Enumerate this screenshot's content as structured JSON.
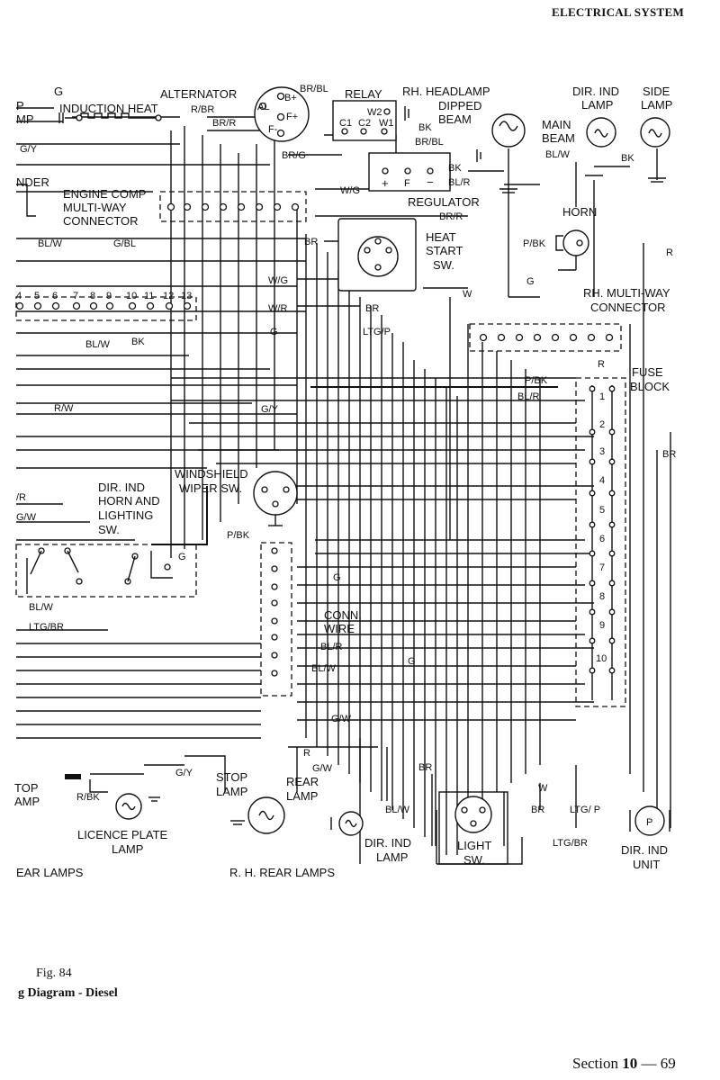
{
  "page": {
    "header": "ELECTRICAL SYSTEM",
    "figure_number": "Fig. 84",
    "caption": "g Diagram - Diesel",
    "footer_prefix": "Section",
    "section_number": "10",
    "footer_sep": "—",
    "page_number": "69"
  },
  "components": {
    "alternator": "ALTERNATOR",
    "induction_heat": "INDUCTION HEAT",
    "relay": "RELAY",
    "rh_headlamp": "RH. HEADLAMP",
    "dipped": "DIPPED",
    "beam": "BEAM",
    "main": "MAIN",
    "beam2": "BEAM",
    "dir_ind_lamp_top_1": "DIR. IND",
    "dir_ind_lamp_top_2": "LAMP",
    "side_lamp_1": "SIDE",
    "side_lamp_2": "LAMP",
    "engine_comp_1": "ENGINE COMP",
    "engine_comp_2": "MULTI-WAY",
    "engine_comp_3": "CONNECTOR",
    "regulator": "REGULATOR",
    "horn": "HORN",
    "heat_start_1": "HEAT",
    "heat_start_2": "START",
    "heat_start_3": "SW.",
    "rh_multiway_1": "RH. MULTI-WAY",
    "rh_multiway_2": "CONNECTOR",
    "fuse_block_1": "FUSE",
    "fuse_block_2": "BLOCK",
    "windshield_1": "WINDSHIELD",
    "windshield_2": "WIPER SW.",
    "dir_horn_1": "DIR. IND",
    "dir_horn_2": "HORN AND",
    "dir_horn_3": "LIGHTING",
    "dir_horn_4": "SW.",
    "conn_wire_1": "CONN.",
    "conn_wire_2": "WIRE",
    "stop_lamp_left_1": "TOP",
    "stop_lamp_left_2": "AMP",
    "licence_1": "LICENCE PLATE",
    "licence_2": "LAMP",
    "stop_lamp_1": "STOP",
    "stop_lamp_2": "LAMP",
    "rear_lamp_1": "REAR",
    "rear_lamp_2": "LAMP",
    "dir_ind_lamp_bot_1": "DIR. IND",
    "dir_ind_lamp_bot_2": "LAMP",
    "light_sw_1": "LIGHT",
    "light_sw_2": "SW.",
    "dir_ind_unit_1": "DIR. IND",
    "dir_ind_unit_2": "UNIT",
    "ear_lamps": "EAR LAMPS",
    "rh_rear_lamps": "R. H. REAR LAMPS",
    "nder": "NDER",
    "p_top": "P",
    "mp_top": "MP",
    "g_top": "G"
  },
  "terminals": {
    "b_plus": "B+",
    "al": "AL",
    "f_plus": "F+",
    "f_minus": "F-",
    "w2": "W2",
    "c1": "C1",
    "c2": "C2",
    "w1": "W1",
    "reg_plus": "+",
    "reg_f": "F",
    "reg_minus": "−",
    "p_unit": "P"
  },
  "wire_labels": {
    "br_bl_1": "BR/BL",
    "r_br": "R/BR",
    "br_r_1": "BR/R",
    "br_g": "BR/G",
    "br_bl_2": "BR/BL",
    "bk_1": "BK",
    "bk_2": "BK",
    "bl_r_1": "BL/R",
    "bl_w_1": "BL/W",
    "bk_3": "BK",
    "w_g_1": "W/G",
    "br_r_2": "BR/R",
    "g_y_1": "G/Y",
    "bl_w_2": "BL/W",
    "g_bl": "G/BL",
    "br_1": "BR",
    "p_bk_1": "P/BK",
    "r_1": "R",
    "w_g_2": "W/G",
    "w_1": "W",
    "w_r": "W/R",
    "br_2": "BR",
    "g_1": "G",
    "ltg_p_1": "LTG/P",
    "g_2": "G",
    "bl_w_3": "BL/W",
    "bk_4": "BK",
    "r_2": "R",
    "p_bk_2": "P/BK",
    "bl_r_2": "BL/R",
    "r_w": "R/W",
    "g_y_2": "G/Y",
    "br_3": "BR",
    "r_3": "/R",
    "g_w_1": "G/W",
    "p_bk_3": "P/BK",
    "g_3": "G",
    "g_4": "G",
    "bl_w_4": "BL/W",
    "ltg_br_1": "LTG/BR",
    "bl_r_3": "BL/R",
    "bl_w_5": "BL/W",
    "g_5": "G",
    "g_w_2": "G/W",
    "g_y_3": "G/Y",
    "r_bk": "R/BK",
    "r_4": "R",
    "g_w_3": "G/W",
    "br_4": "BR",
    "w_2": "W",
    "bl_w_6": "BL/W",
    "br_5": "BR",
    "ltg_p_2": "LTG/ P",
    "ltg_br_2": "LTG/BR"
  },
  "connector_numbers": [
    "4",
    "5",
    "6",
    "7",
    "8",
    "9",
    "10",
    "11",
    "12",
    "13"
  ],
  "fuse_numbers": [
    "1",
    "2",
    "3",
    "4",
    "5",
    "6",
    "7",
    "8",
    "9",
    "10"
  ]
}
